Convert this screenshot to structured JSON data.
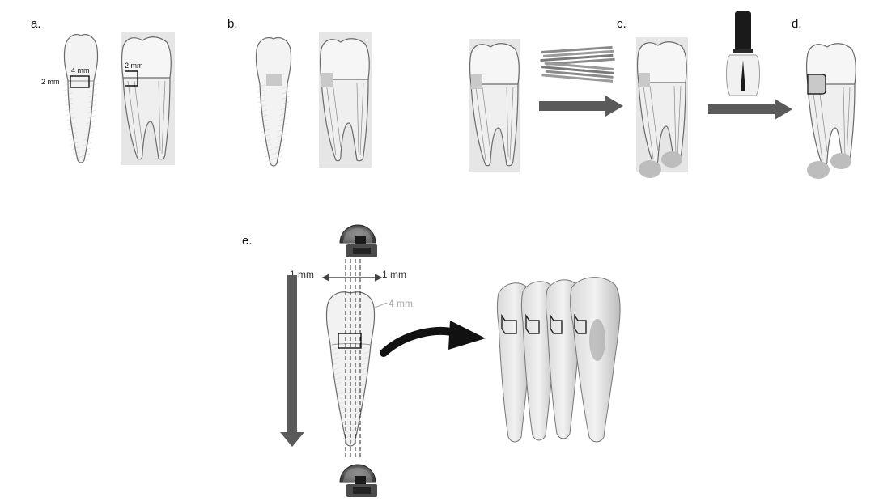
{
  "panels": {
    "a": {
      "label": "a.",
      "dim_width": "4 mm",
      "dim_height": "2 mm",
      "dim_depth": "2 mm"
    },
    "b": {
      "label": "b."
    },
    "c": {
      "label": "c."
    },
    "d": {
      "label": "d."
    },
    "e": {
      "label": "e.",
      "dim_left": "1 mm",
      "dim_right": "1 mm",
      "dim_length": "4 mm"
    }
  },
  "colors": {
    "tooth_fill": "#f3f3f3",
    "tooth_stroke": "#6a6a6a",
    "background_box": "#e6e6e6",
    "cavity_fill": "#c9c9c9",
    "arrow_gray": "#5a5a5a",
    "arrow_black": "#111111",
    "stick_fill": "#8a8a8a",
    "blob_fill": "#bdbdbd",
    "bottle_cap": "#1a1a1a"
  },
  "icons": [
    "tooth-icon",
    "sticks-icon",
    "nail-polish-bottle-icon",
    "saw-blade-icon",
    "curved-arrow-icon",
    "tooth-slices-icon"
  ]
}
